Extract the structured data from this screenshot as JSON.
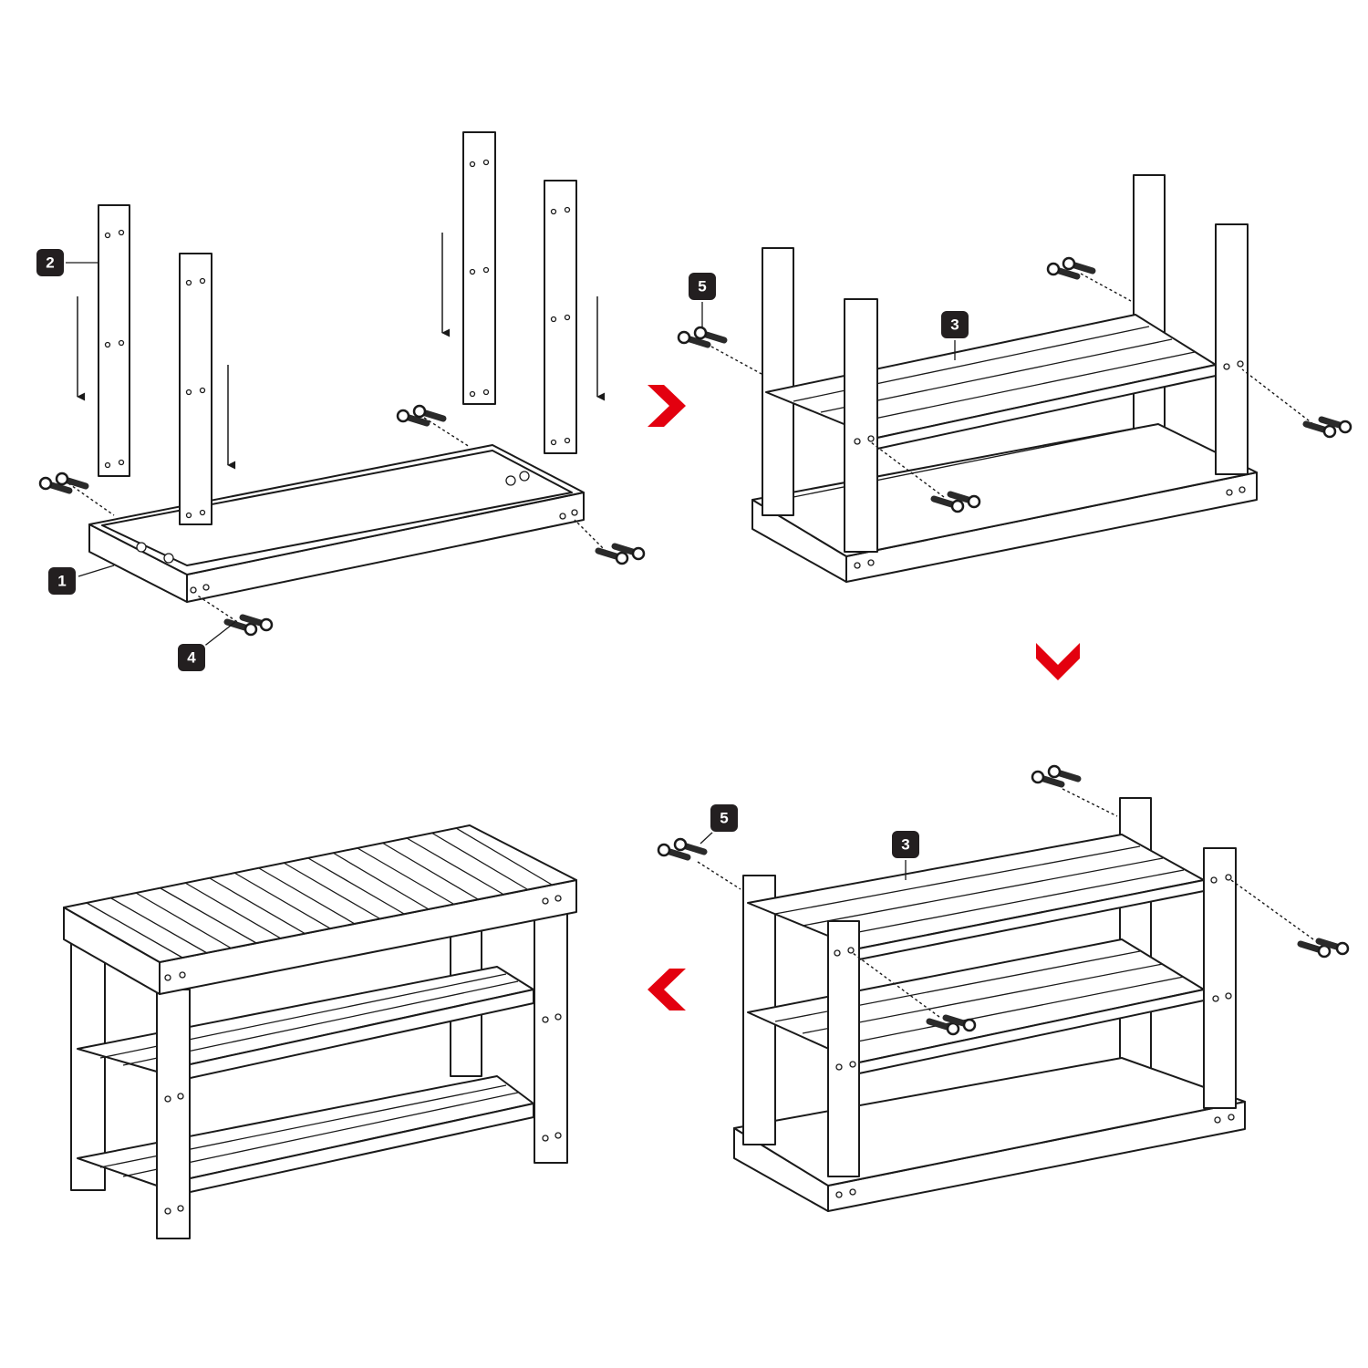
{
  "steps": {
    "step1": {
      "labels": {
        "leg_part": "2",
        "base_part": "1",
        "bolt_part": "4"
      }
    },
    "step2": {
      "labels": {
        "bolt_part": "5",
        "shelf_part": "3"
      }
    },
    "step3": {
      "labels": {
        "bolt_part": "5",
        "shelf_part": "3"
      }
    }
  },
  "arrow_color": "#e3000f",
  "line_color": "#1a1a1a"
}
